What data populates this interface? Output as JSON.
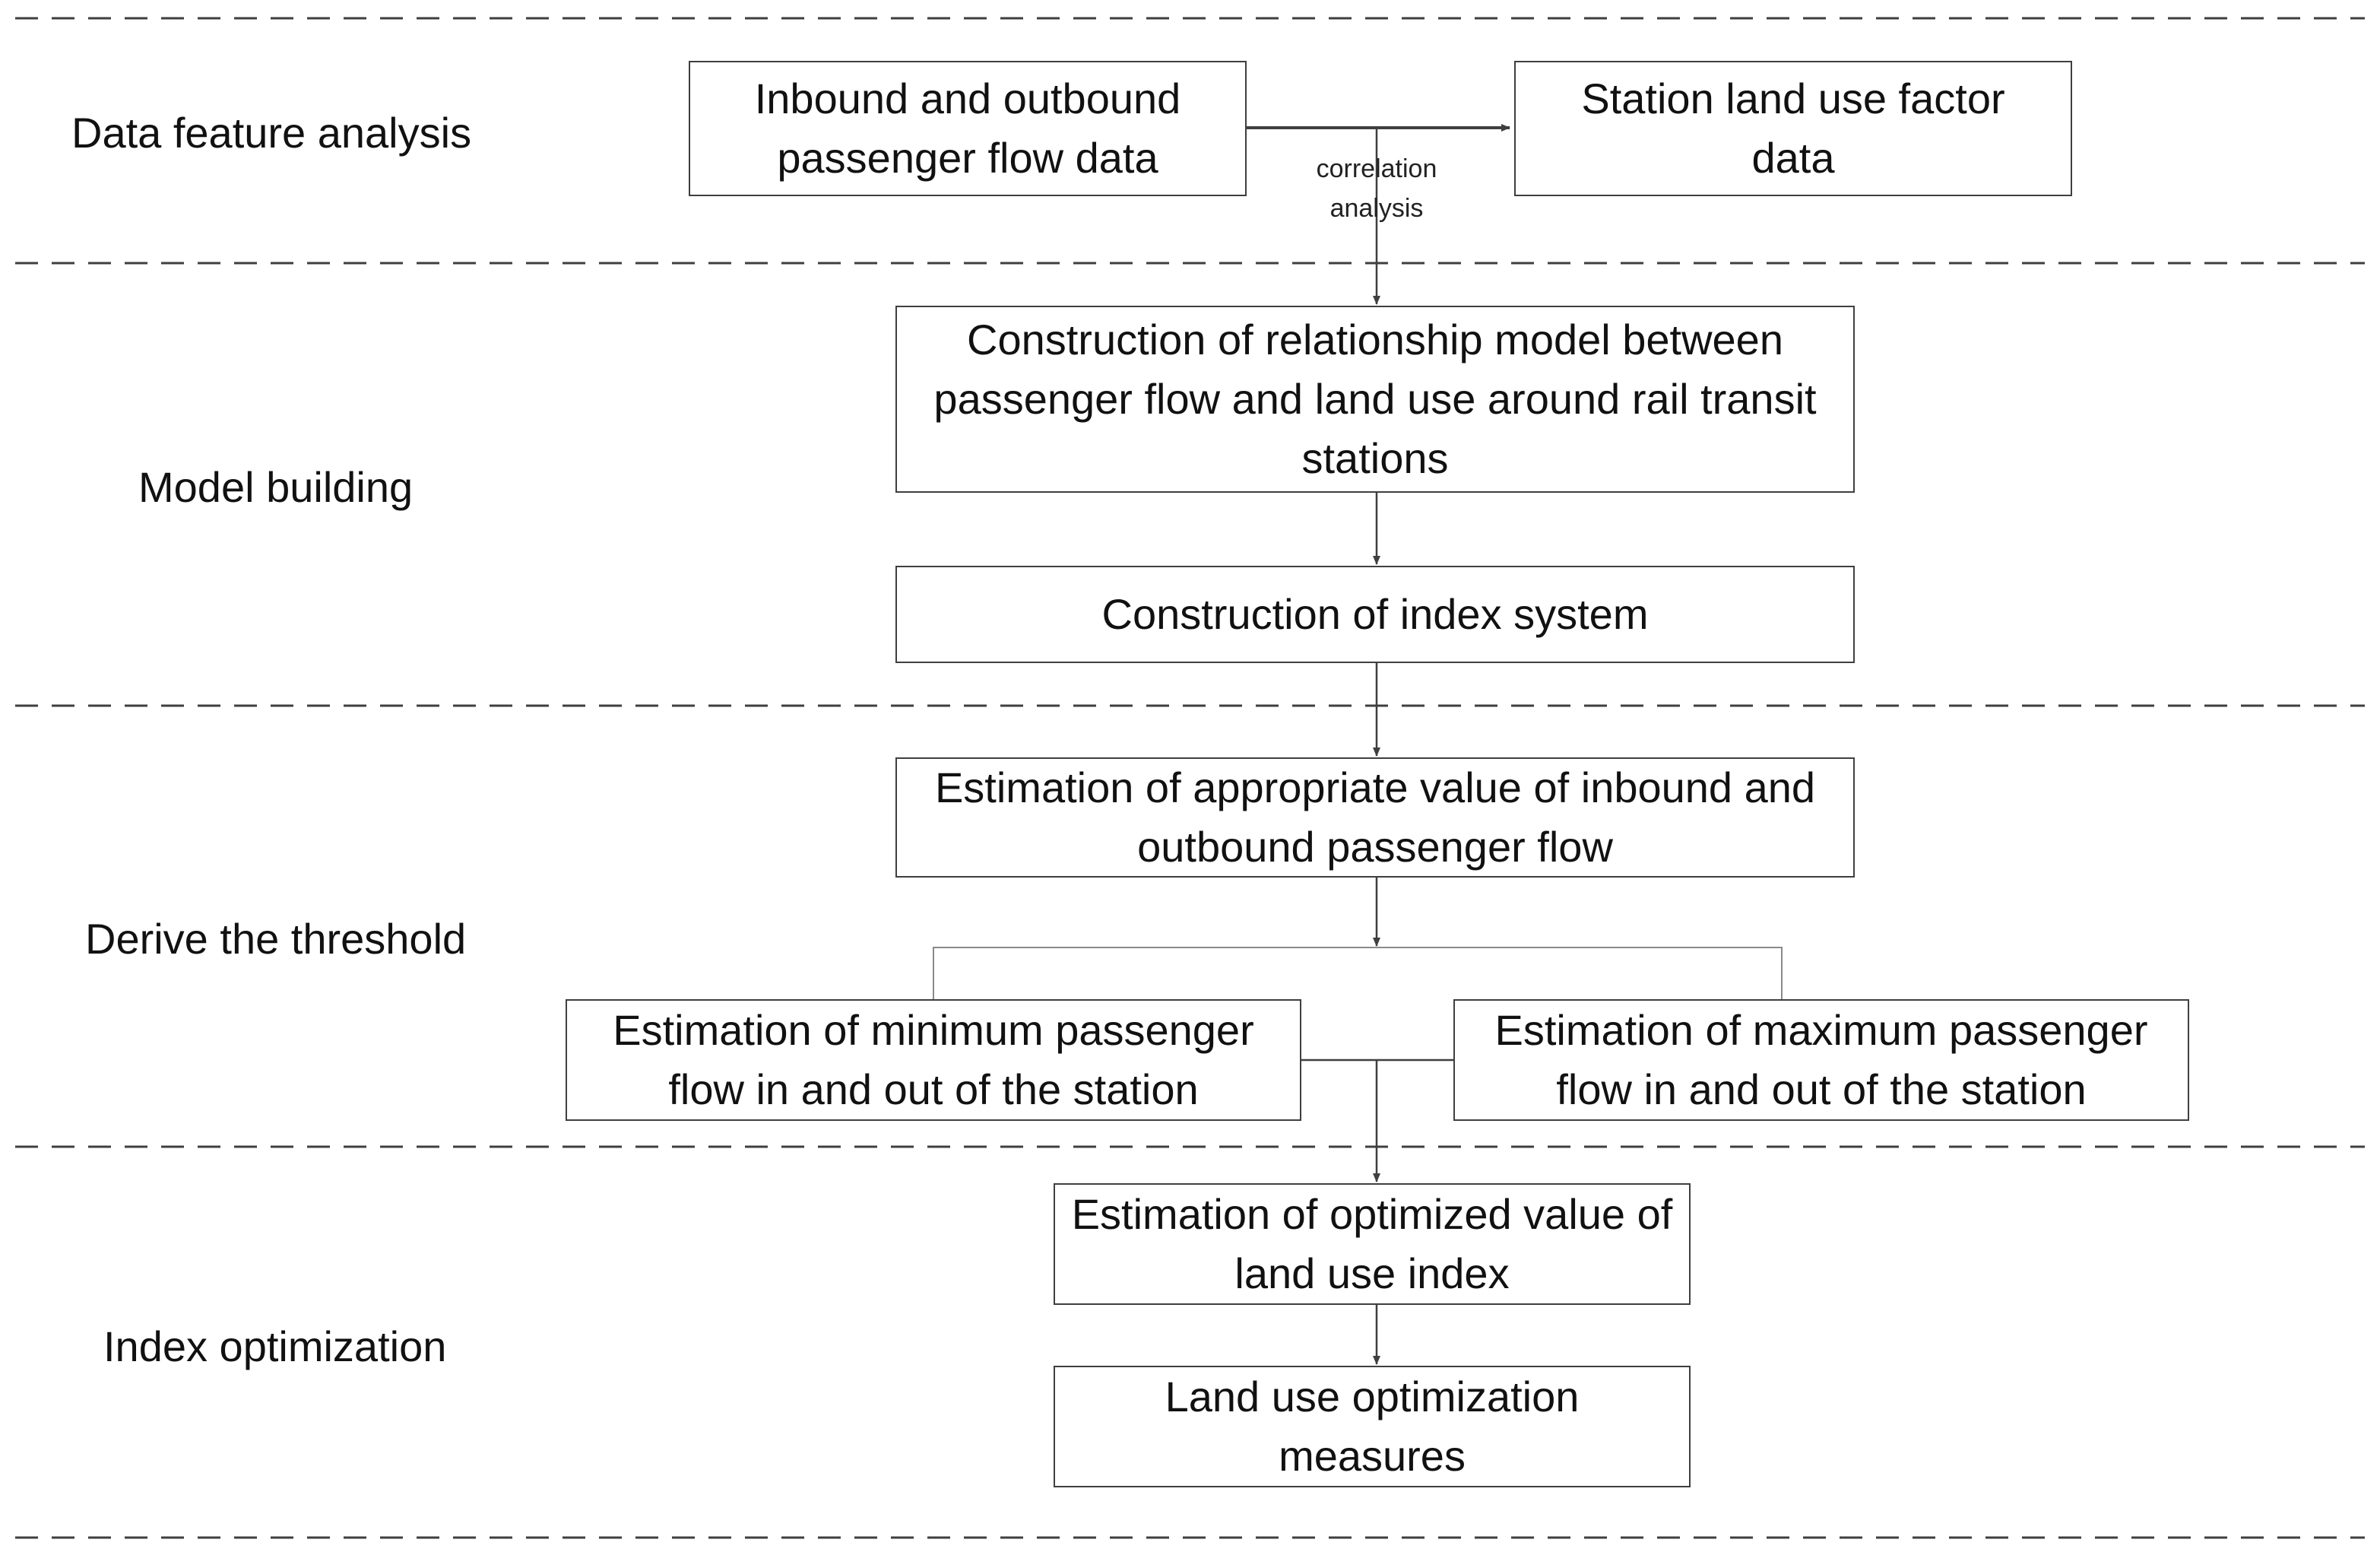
{
  "stages": [
    {
      "id": "data-feature-analysis",
      "label": "Data feature analysis"
    },
    {
      "id": "model-building",
      "label": "Model building"
    },
    {
      "id": "derive-threshold",
      "label": "Derive the threshold"
    },
    {
      "id": "index-optimization",
      "label": "Index optimization"
    }
  ],
  "nodes": {
    "passenger_flow_data": "Inbound and outbound passenger flow data",
    "land_use_factor_data": "Station land use factor data",
    "relationship_model": "Construction of relationship model between passenger flow and land use around rail transit stations",
    "index_system": "Construction of index system",
    "appropriate_value": "Estimation of appropriate value of inbound and outbound passenger flow",
    "minimum_flow": "Estimation of minimum passenger flow in and out of the station",
    "maximum_flow": "Estimation of maximum passenger flow in and out of the station",
    "optimized_value": "Estimation of optimized value of land use index",
    "optimization_measures": "Land use optimization measures"
  },
  "edge_labels": {
    "correlation": "correlation analysis"
  },
  "colors": {
    "line": "#3f3f3f",
    "text": "#111111",
    "background": "#ffffff"
  }
}
